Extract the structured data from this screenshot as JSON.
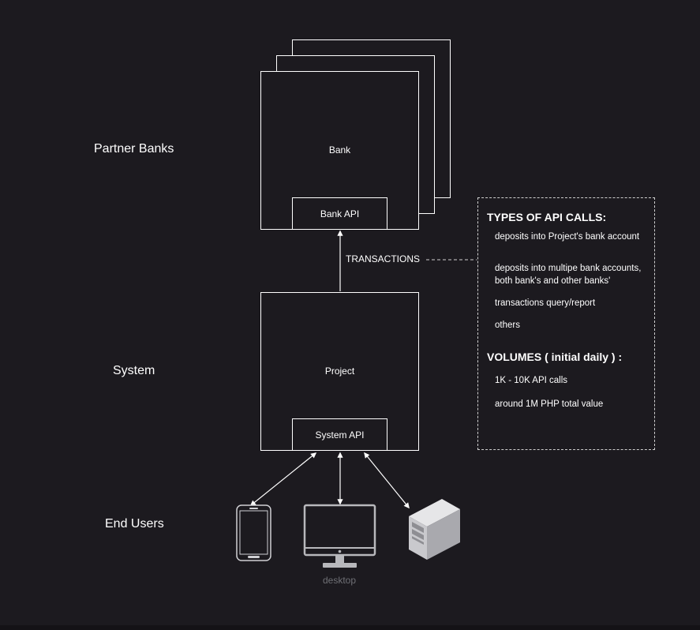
{
  "rows": {
    "partner_banks": "Partner Banks",
    "system": "System",
    "end_users": "End Users"
  },
  "bank": {
    "title": "Bank",
    "api_label": "Bank API"
  },
  "project": {
    "title": "Project",
    "api_label": "System API"
  },
  "edge": {
    "transactions_label": "TRANSACTIONS"
  },
  "note": {
    "api_calls_heading": "TYPES OF API CALLS:",
    "api_calls": [
      "deposits into Project's bank account",
      "deposits into multipe bank accounts, both bank's and other banks'",
      "transactions query/report",
      "others"
    ],
    "volumes_heading": "VOLUMES ( initial daily ) :",
    "volumes": [
      "1K - 10K API calls",
      "around 1M PHP total value"
    ]
  },
  "end_user_devices": [
    {
      "icon": "mobile-phone-icon",
      "caption": ""
    },
    {
      "icon": "desktop-monitor-icon",
      "caption": "desktop"
    },
    {
      "icon": "server-icon",
      "caption": ""
    }
  ],
  "colors": {
    "background": "#1c1a1f",
    "line": "#ffffff",
    "device_gray": "#b8b8bc",
    "caption_gray": "#6f7075"
  }
}
